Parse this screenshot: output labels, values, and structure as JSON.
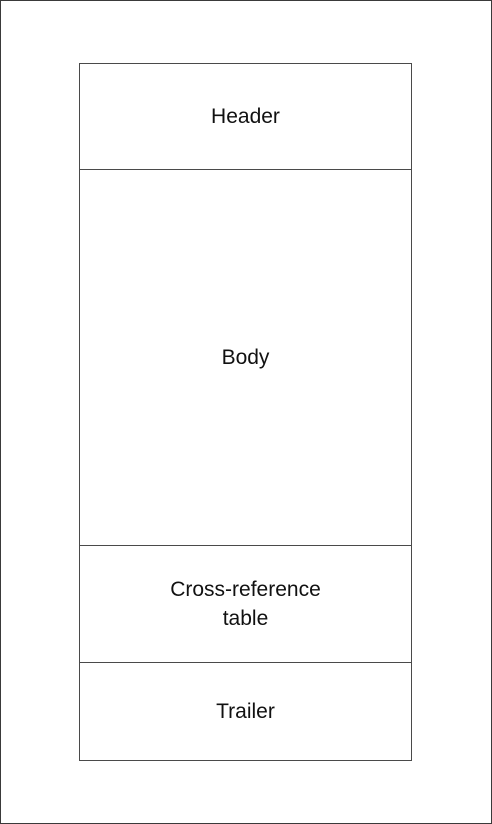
{
  "diagram": {
    "sections": {
      "header": "Header",
      "body": "Body",
      "cross_reference_table": "Cross-reference\ntable",
      "trailer": "Trailer"
    },
    "colors": {
      "line": "#4a4a4a",
      "text": "#111111",
      "background": "#ffffff"
    }
  }
}
